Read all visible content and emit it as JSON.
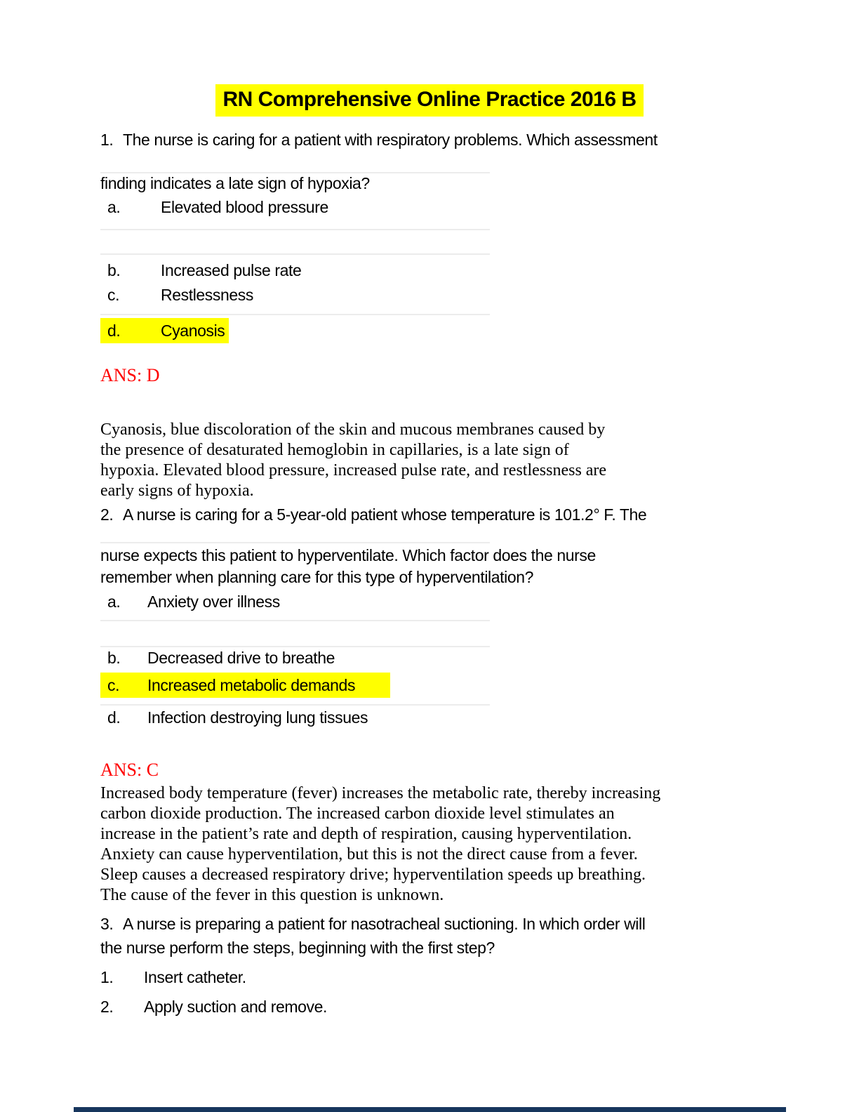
{
  "page": {
    "title": "RN Comprehensive Online Practice 2016 B"
  },
  "colors": {
    "highlight": "#ffff00",
    "answer": "#ff0000",
    "divider": "#ececec",
    "bottom_bar": "#17365d"
  },
  "q1": {
    "number": "1.",
    "stem1": "The nurse is caring for a patient with respiratory problems. Which assessment",
    "stem2": "finding indicates a late sign of hypoxia?",
    "options": [
      {
        "label": "a.",
        "text": "Elevated blood pressure"
      },
      {
        "label": "b.",
        "text": "Increased pulse rate"
      },
      {
        "label": "c.",
        "text": "Restlessness"
      },
      {
        "label": "d.",
        "text": "Cyanosis"
      }
    ],
    "answer": "ANS: D",
    "rationale": [
      "Cyanosis, blue discoloration of the skin and mucous membranes caused by",
      "the presence of desaturated hemoglobin in capillaries, is a late sign of",
      "hypoxia. Elevated blood pressure, increased pulse rate, and restlessness are",
      "early signs of hypoxia."
    ]
  },
  "q2": {
    "number": "2.",
    "stem1": "A nurse is caring for a 5-year-old patient whose temperature is 101.2° F. The",
    "stem2": "nurse expects this patient to hyperventilate. Which factor does the nurse",
    "stem3": "remember when planning care for this type of hyperventilation?",
    "options": [
      {
        "label": "a.",
        "text": "Anxiety over illness"
      },
      {
        "label": "b.",
        "text": "Decreased drive to breathe"
      },
      {
        "label": "c.",
        "text": "Increased metabolic demands"
      },
      {
        "label": "d.",
        "text": "Infection destroying lung tissues"
      }
    ],
    "answer": "ANS: C",
    "rationale": [
      "Increased body temperature (fever) increases the metabolic rate, thereby increasing",
      "carbon dioxide production. The increased carbon dioxide level stimulates an",
      "increase in the patient’s rate and depth of respiration, causing hyperventilation.",
      "Anxiety can cause hyperventilation, but this is not the direct cause from a fever.",
      "Sleep causes a decreased respiratory drive; hyperventilation speeds up breathing.",
      "The cause of the fever in this question is unknown."
    ]
  },
  "q3": {
    "number": "3.",
    "stem1": "A nurse is preparing a patient for nasotracheal suctioning. In which order will",
    "stem2": "the nurse perform the steps, beginning with the first step?",
    "steps": [
      {
        "label": "1.",
        "text": "Insert catheter."
      },
      {
        "label": "2.",
        "text": "Apply suction and remove."
      }
    ]
  }
}
